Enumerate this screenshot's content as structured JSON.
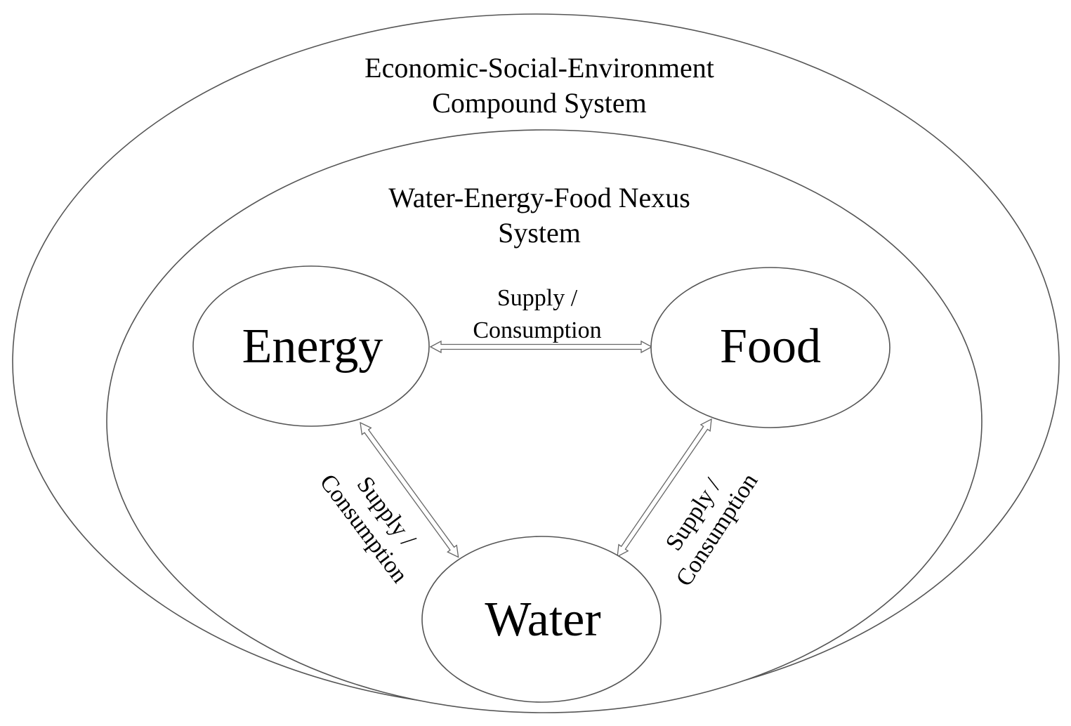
{
  "outer_system": {
    "line1": "Economic-Social-Environment",
    "line2": "Compound System"
  },
  "inner_system": {
    "line1": "Water-Energy-Food Nexus",
    "line2": "System"
  },
  "nodes": {
    "energy": "Energy",
    "food": "Food",
    "water": "Water"
  },
  "relations": {
    "energy_food": {
      "line1": "Supply /",
      "line2": "Consumption"
    },
    "energy_water": {
      "line1": "Supply /",
      "line2": "Consumption"
    },
    "food_water": {
      "line1": "Supply /",
      "line2": "Consumption"
    }
  },
  "colors": {
    "stroke": "#555555",
    "arrow_stroke": "#666666",
    "text": "#000000",
    "background": "#ffffff"
  }
}
